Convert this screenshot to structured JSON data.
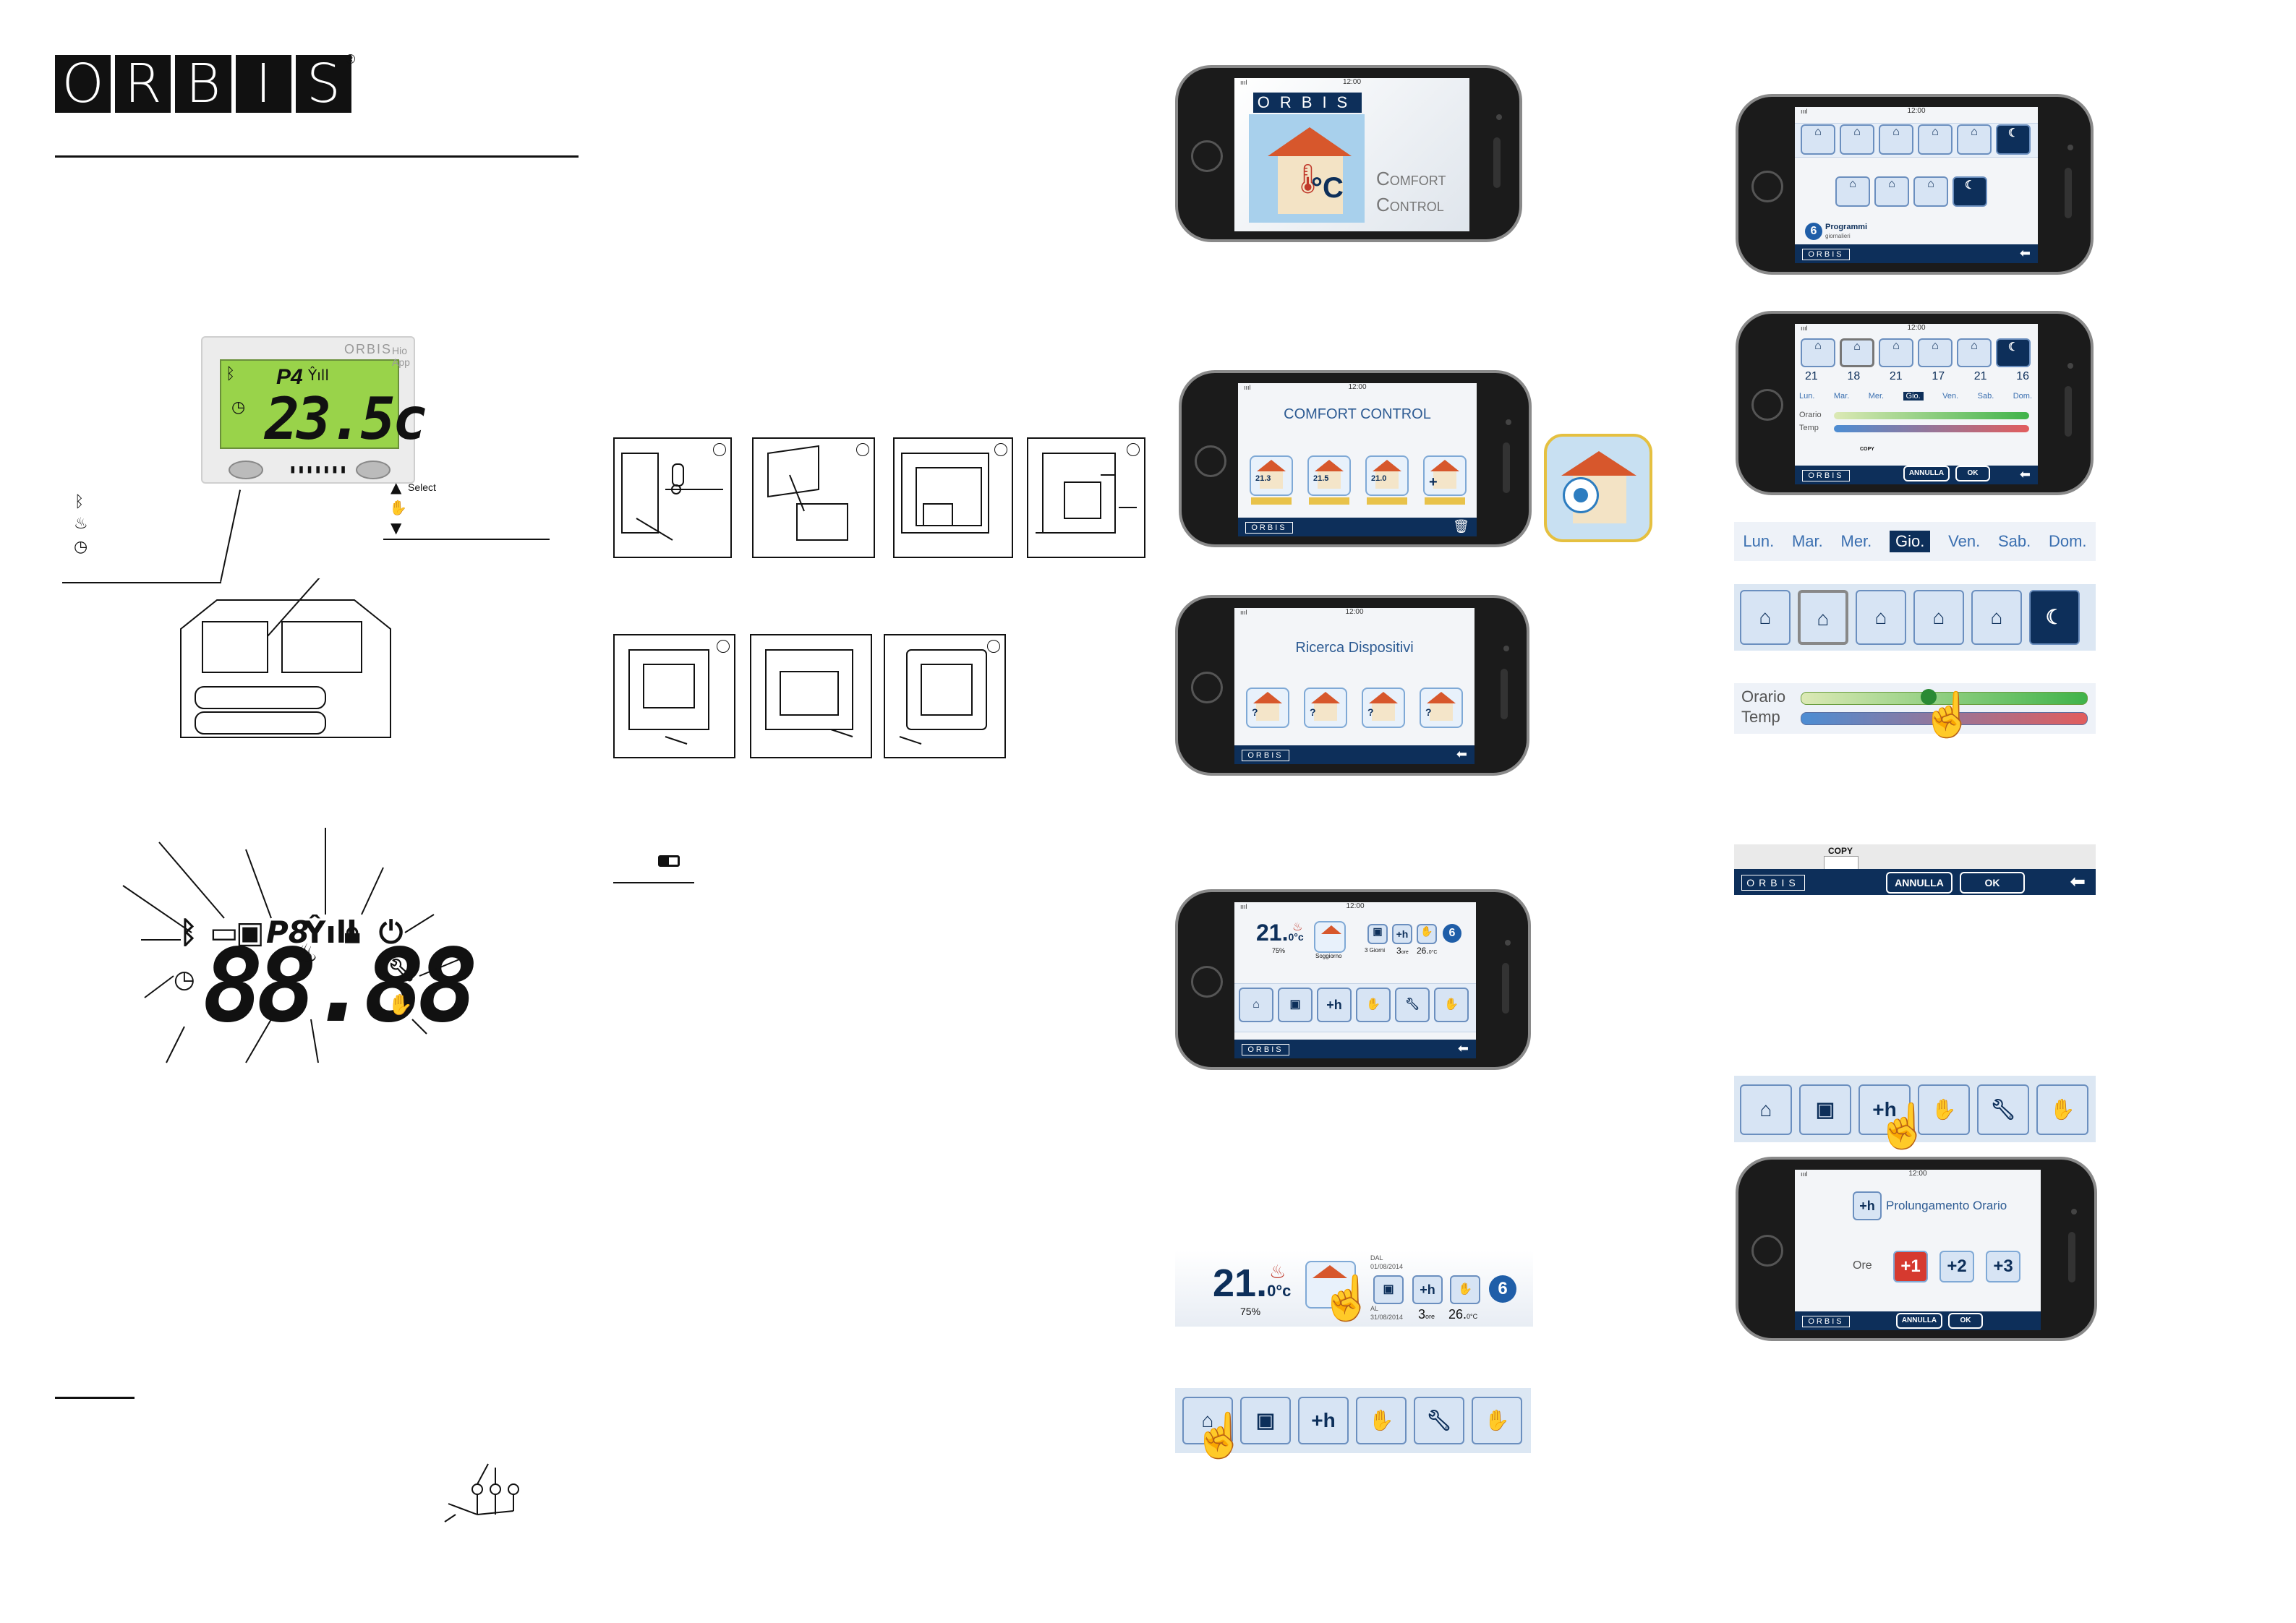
{
  "logo": {
    "letters": [
      "O",
      "R",
      "B",
      "I",
      "S"
    ],
    "reg": "®"
  },
  "thermostat": {
    "brand": "ORBIS",
    "model": "Hio App",
    "lcd_program": "P4",
    "lcd_temp": "23.5c",
    "vents": "▮▮▮▮▮▮▮",
    "select_label": "Select"
  },
  "biglcd": {
    "program": "P8",
    "digits": "88.88"
  },
  "phone1": {
    "time": "12:00",
    "logo": "ORBIS",
    "title_line1": "Comfort",
    "title_line2": "Control",
    "temp_unit": "°C"
  },
  "phone2": {
    "time": "12:00",
    "title": "COMFORT CONTROL",
    "icons": [
      "21.3",
      "21.5",
      "21.0",
      "+"
    ]
  },
  "phone3": {
    "time": "12:00",
    "title": "Ricerca Dispositivi",
    "icons": [
      "?",
      "?",
      "?",
      "?"
    ]
  },
  "phone4": {
    "time": "12:00",
    "temp": "21.",
    "temp_dec": "0°c",
    "battery": "75%",
    "house_label": "Soggiorno",
    "holiday_label": "3 Giorni",
    "plus_h": "+h",
    "extend": "3",
    "extend_unit": "ore",
    "manual_temp": "26.",
    "manual_unit": "0°C",
    "prog": "6",
    "buttons": [
      "home",
      "holiday",
      "+h",
      "manual",
      "tools",
      "temp"
    ]
  },
  "detail1": {
    "temp": "21.",
    "temp_dec": "0°c",
    "battery": "75%",
    "dal": "DAL",
    "date1": "01/08/2014",
    "al": "AL",
    "date2": "31/08/2014",
    "plus_h": "+h",
    "extend": "3",
    "extend_unit": "ore",
    "manual_temp": "26.",
    "manual_unit": "0°C",
    "prog": "6"
  },
  "detail2": {
    "plus_h": "+h"
  },
  "phone5": {
    "time": "12:00",
    "prog_num": "6",
    "prog_label": "Programmi",
    "prog_sub": "giornalieri"
  },
  "phone6": {
    "time": "12:00",
    "temps": [
      "21",
      "18",
      "21",
      "17",
      "21",
      "16"
    ],
    "days": [
      "Lun.",
      "Mar.",
      "Mer.",
      "Gio.",
      "Ven.",
      "Sab.",
      "Dom."
    ],
    "orario": "Orario",
    "temp_label": "Temp",
    "copy": "COPY",
    "annulla": "ANNULLA",
    "ok": "OK"
  },
  "daybar": {
    "days": [
      "Lun.",
      "Mar.",
      "Mer.",
      "Gio.",
      "Ven.",
      "Sab.",
      "Dom."
    ],
    "selected": "Gio."
  },
  "sliderbar": {
    "orario": "Orario",
    "temp_label": "Temp"
  },
  "copybar": {
    "copy": "COPY",
    "annulla": "ANNULLA",
    "ok": "OK",
    "logo": "ORBIS"
  },
  "detail3": {
    "plus_h": "+h"
  },
  "phone7": {
    "time": "12:00",
    "title": "Prolungamento Orario",
    "plus_h": "+h",
    "ore_label": "Ore",
    "hours": [
      "+1",
      "+2",
      "+3"
    ],
    "annulla": "ANNULLA",
    "ok": "OK"
  }
}
